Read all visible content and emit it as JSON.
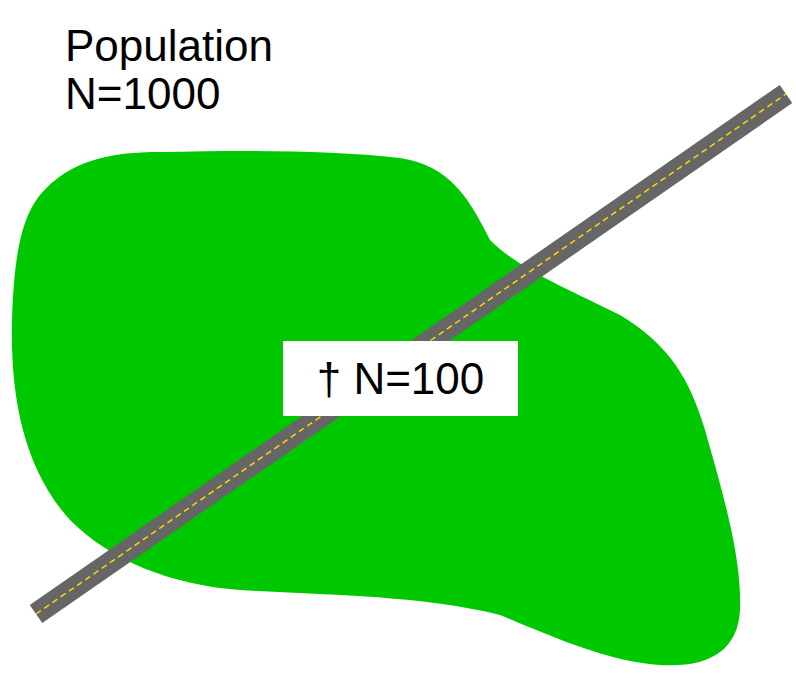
{
  "diagram": {
    "nodes": [
      {
        "text": [
          "Population N=1000"
        ]
      },
      {
        "text": [
          "† N=100"
        ],
        "in": 0
      }
    ]
  }
}
